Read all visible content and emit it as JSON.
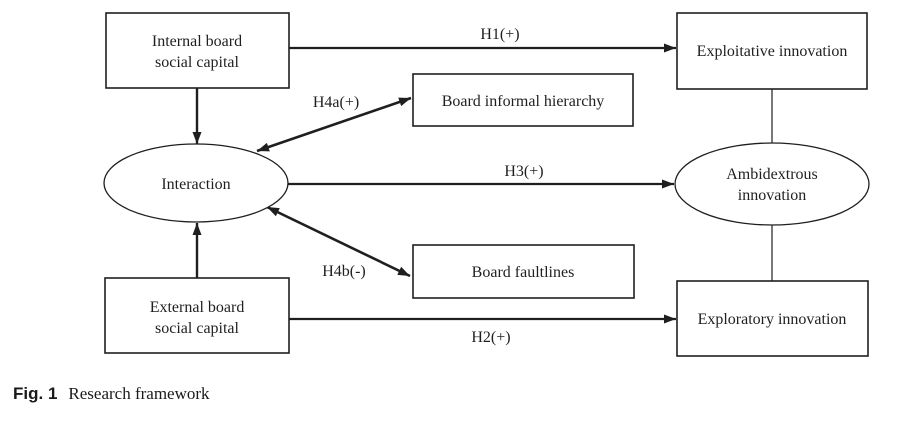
{
  "figure": {
    "caption_label": "Fig. 1",
    "caption_title": "Research framework"
  },
  "diagram": {
    "nodes": {
      "internal_board": {
        "line1": "Internal board",
        "line2": "social capital"
      },
      "exploitative": {
        "label": "Exploitative innovation"
      },
      "hierarchy": {
        "label": "Board informal hierarchy"
      },
      "interaction": {
        "label": "Interaction"
      },
      "ambidextrous": {
        "line1": "Ambidextrous",
        "line2": "innovation"
      },
      "faultlines": {
        "label": "Board faultlines"
      },
      "external_board": {
        "line1": "External board",
        "line2": "social capital"
      },
      "exploratory": {
        "label": "Exploratory innovation"
      }
    },
    "hypotheses": {
      "h1": "H1(+)",
      "h2": "H2(+)",
      "h3": "H3(+)",
      "h4a": "H4a(+)",
      "h4b": "H4b(-)"
    },
    "colors": {
      "stroke": "#1f1f1f",
      "background": "#ffffff"
    }
  }
}
